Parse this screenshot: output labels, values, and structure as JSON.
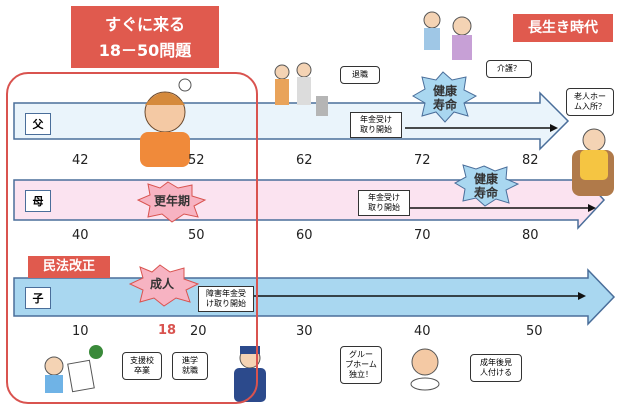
{
  "title": {
    "line1": "すぐに来る",
    "line2": "18－50問題"
  },
  "era_label": "長生き時代",
  "law_label": "民法改正",
  "lanes": [
    {
      "label": "父",
      "ticks": [
        "42",
        "52",
        "62",
        "72",
        "82"
      ]
    },
    {
      "label": "母",
      "ticks": [
        "40",
        "50",
        "60",
        "70",
        "80"
      ]
    },
    {
      "label": "子",
      "ticks": [
        "10",
        "18",
        "20",
        "30",
        "40",
        "50"
      ]
    }
  ],
  "bursts": {
    "health_father": "健康\n寿命",
    "health_mother": "健康\n寿命",
    "menopause": "更年期",
    "adult": "成人"
  },
  "notes": {
    "retire": "退職",
    "pension_father": "年金受け\n取り開始",
    "care": "介護？",
    "nursing_home": "老人ホー\nム入所？",
    "pension_mother": "年金受け\n取り開始",
    "disability_pension": "障害年金受\nけ取り開始",
    "school_grad": "支援校\n卒業",
    "work": "進学\n就職",
    "group_home": "グルー\nプホーム\n独立！",
    "guardian": "成年後見\n人付ける"
  },
  "colors": {
    "accent": "#e05a4e",
    "lane_father": "#eaf4fb",
    "lane_mother": "#fbe3f0",
    "lane_child": "#a9d7f0",
    "lane_border": "#4a6e9a",
    "burst": "#f7b3c2"
  },
  "icons": [
    "worried-woman-icon",
    "elderly-couple-icon",
    "walking-couple-icon",
    "grandmother-icon",
    "student-icon",
    "worker-icon",
    "disabled-adult-icon"
  ]
}
